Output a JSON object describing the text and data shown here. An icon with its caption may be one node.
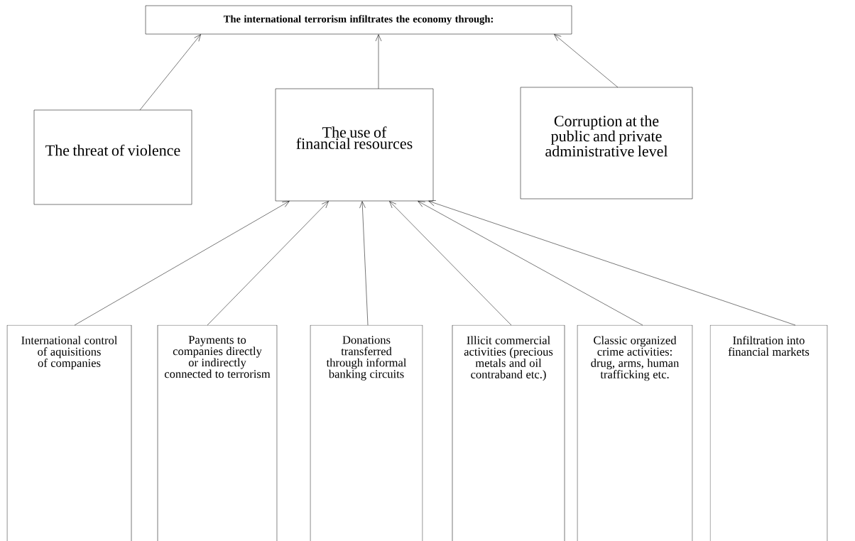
{
  "diagram": {
    "nodes": [
      {
        "text": [
          "The international terrorism infiltrates the economy through:"
        ]
      },
      {
        "text": [
          "The threat of violence"
        ]
      },
      {
        "text": [
          "The use of financial resources"
        ]
      },
      {
        "text": [
          "Corruption at the public and private administrative level"
        ]
      },
      {
        "text": [
          "International control of aquisitions of companies"
        ]
      },
      {
        "text": [
          "Payments to companies directly or indirectly connected to terrorism"
        ]
      },
      {
        "text": [
          "Donations transferred through informal banking circuits"
        ]
      },
      {
        "text": [
          "Illicit commercial activities (precious metals and oil contraband etc.)"
        ]
      },
      {
        "text": [
          "Classic organized crime activities: drug, arms, human trafficking etc."
        ]
      },
      {
        "text": [
          "Infiltration into financial markets"
        ]
      }
    ],
    "edges": [
      {
        "from": 1,
        "to": 0,
        "arrow": "to"
      },
      {
        "from": 2,
        "to": 0,
        "arrow": "to"
      },
      {
        "from": 3,
        "to": 0,
        "arrow": "to"
      },
      {
        "from": 4,
        "to": 2,
        "arrow": "to"
      },
      {
        "from": 5,
        "to": 2,
        "arrow": "to"
      },
      {
        "from": 6,
        "to": 2,
        "arrow": "to"
      },
      {
        "from": 7,
        "to": 2,
        "arrow": "to"
      },
      {
        "from": 8,
        "to": 2,
        "arrow": "to"
      },
      {
        "from": 9,
        "to": 2,
        "arrow": "to"
      }
    ]
  }
}
